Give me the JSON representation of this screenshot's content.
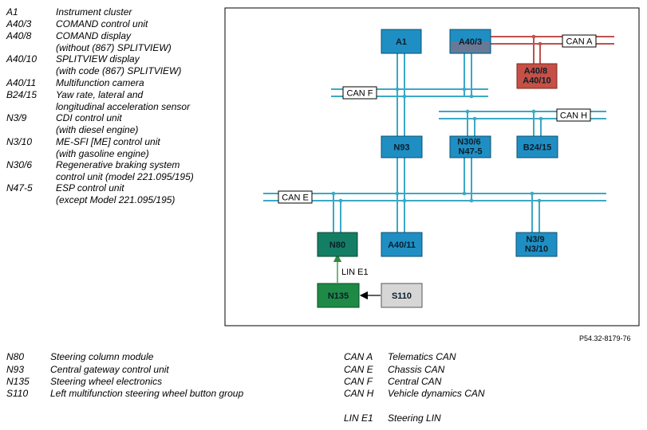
{
  "legend_top": [
    {
      "abbr": "A1",
      "desc": "Instrument cluster"
    },
    {
      "abbr": "A40/3",
      "desc": "COMAND control unit"
    },
    {
      "abbr": "A40/8",
      "desc": "COMAND display\n(without (867) SPLITVIEW)"
    },
    {
      "abbr": "A40/10",
      "desc": "SPLITVIEW display\n(with code (867) SPLITVIEW)"
    },
    {
      "abbr": "A40/11",
      "desc": "Multifunction camera"
    },
    {
      "abbr": "B24/15",
      "desc": "Yaw rate, lateral and\nlongitudinal acceleration sensor"
    },
    {
      "abbr": "N3/9",
      "desc": "CDI control unit\n(with diesel engine)"
    },
    {
      "abbr": "N3/10",
      "desc": "ME-SFI [ME] control unit\n(with gasoline engine)"
    },
    {
      "abbr": "N30/6",
      "desc": "Regenerative braking system\ncontrol unit (model 221.095/195)"
    },
    {
      "abbr": "N47-5",
      "desc": "ESP control unit\n(except Model 221.095/195)"
    }
  ],
  "legend_bottom_left": [
    {
      "abbr": "N80",
      "desc": "Steering column module"
    },
    {
      "abbr": "N93",
      "desc": "Central gateway control unit"
    },
    {
      "abbr": "N135",
      "desc": "Steering wheel electronics"
    },
    {
      "abbr": "S110",
      "desc": "Left multifunction steering wheel button group"
    }
  ],
  "legend_bottom_right": [
    {
      "abbr": "CAN A",
      "desc": "Telematics CAN"
    },
    {
      "abbr": "CAN E",
      "desc": "Chassis CAN"
    },
    {
      "abbr": "CAN F",
      "desc": "Central CAN"
    },
    {
      "abbr": "CAN H",
      "desc": "Vehicle dynamics CAN"
    },
    {
      "abbr": "LIN E1",
      "desc": "Steering LIN"
    }
  ],
  "diagram": {
    "boxes": {
      "a1": "A1",
      "a40_3": "A40/3",
      "a40_8": "A40/8\nA40/10",
      "n93": "N93",
      "n30_6": "N30/6\nN47-5",
      "b24_15": "B24/15",
      "n80": "N80",
      "a40_11": "A40/11",
      "n3_9": "N3/9\nN3/10",
      "n135": "N135",
      "s110": "S110"
    },
    "buses": {
      "can_a": "CAN A",
      "can_f": "CAN F",
      "can_h": "CAN H",
      "can_e": "CAN E",
      "lin_e1": "LIN E1"
    },
    "colors": {
      "can_bus": "#3aa9c6",
      "can_a_bus": "#c0504d",
      "blue_box": "#1f8fc3",
      "red_box": "#c65045",
      "green_box": "#1f8a45",
      "teal_box": "#137e63",
      "grey_box": "#d6d6d6"
    }
  },
  "figure_id": "P54.32-8179-76"
}
